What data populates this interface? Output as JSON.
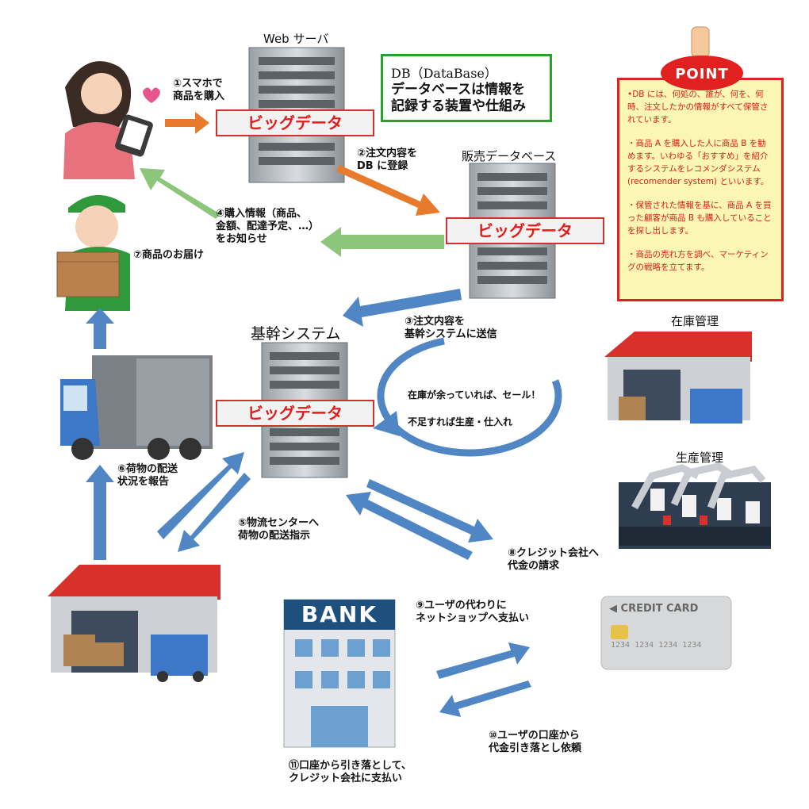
{
  "titles": {
    "web_server": "Web サーバ",
    "sales_db": "販売データベース",
    "core_system": "基幹システム",
    "inventory": "在庫管理",
    "production": "生産管理"
  },
  "big_data_label": "ビッグデータ",
  "db_box": {
    "line1": "DB（DataBase）",
    "line2": "データベースは情報を\n記録する装置や仕組み"
  },
  "point": {
    "badge": "POINT",
    "items": [
      "•DB には、何処の、誰が、何を、何時、注文したかの情報がすべて保管されています。",
      "・商品 A を購入した人に商品 B を勧めます。いわゆる「おすすめ」を紹介するシステムをレコメンダシステム (recomender system) といいます。",
      "・保管された情報を基に、商品 A を買った顧客が商品 B も購入していることを探し出します。",
      "・商品の売れ方を調べ、マーケティングの戦略を立てます。"
    ]
  },
  "steps": {
    "s1": "①スマホで\n商品を購入",
    "s2": "②注文内容を\nDB に登録",
    "s3": "③注文内容を\n基幹システムに送信",
    "s4": "④購入情報（商品、\n金額、配達予定、…）\nをお知らせ",
    "s5": "⑤物流センターへ\n荷物の配送指示",
    "s6": "⑥荷物の配送\n状況を報告",
    "s7": "⑦商品のお届け",
    "s8": "⑧クレジット会社へ\n代金の請求",
    "s9": "⑨ユーザの代わりに\nネットショップへ支払い",
    "s10": "⑩ユーザの口座から\n代金引き落とし依頼",
    "s11": "⑪口座から引き落として、\nクレジット会社に支払い"
  },
  "cycle": {
    "line1": "在庫が余っていれば、セール！",
    "line2": "不足すれば生産・仕入れ"
  },
  "bank_sign": "BANK",
  "card": {
    "label": "◀ CREDIT CARD",
    "number": "1234 1234 1234 1234"
  },
  "colors": {
    "orange_arrow": "#e87a2c",
    "green_arrow": "#8dc57a",
    "blue_arrow": "#4f86c3",
    "big_data_text": "#e21b1b",
    "point_border": "#e12020",
    "point_bg": "#fbf6b4",
    "db_border": "#29a12d"
  }
}
